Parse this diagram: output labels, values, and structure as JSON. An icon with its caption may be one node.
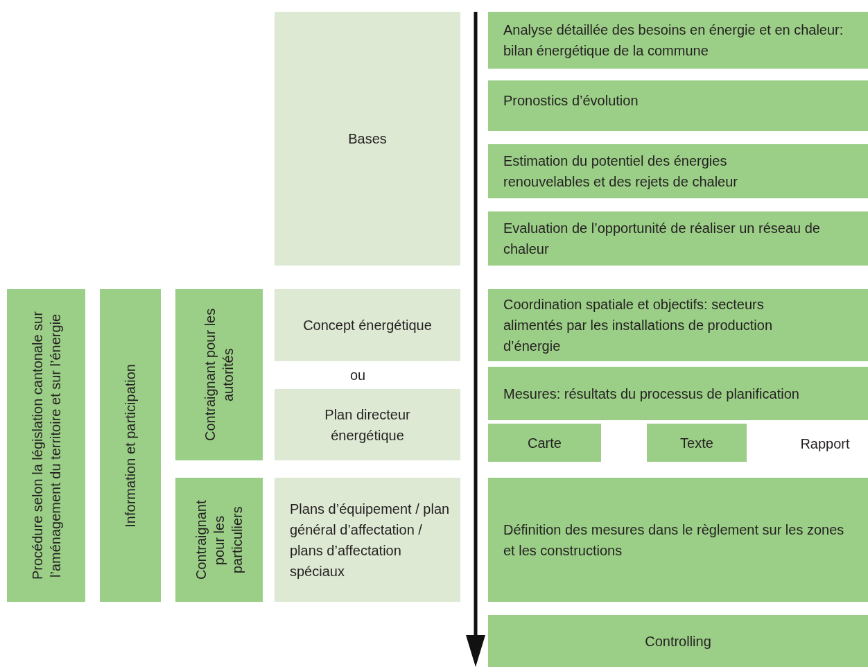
{
  "diagram": {
    "nodes": [
      {
        "text": [
          "Bases"
        ]
      },
      {
        "text": [
          "Analyse détaillée des besoins en énergie et en chaleur: bilan énergétique de la commune"
        ]
      },
      {
        "text": [
          "Pronostics d’évolution"
        ]
      },
      {
        "text": [
          "Estimation du potentiel des énergies renouvelables et des rejets de chaleur"
        ]
      },
      {
        "text": [
          "Evaluation de l’opportunité de réaliser un réseau de chaleur"
        ]
      },
      {
        "text": [
          "Procédure selon la législation cantonale sur l’aménagement du territoire et sur l’énergie"
        ]
      },
      {
        "text": [
          "Information et participation"
        ]
      },
      {
        "text": [
          "Contraignant pour les autorités"
        ]
      },
      {
        "text": [
          "Concept énergétique"
        ]
      },
      {
        "text": [
          "Coordination spatiale et objectifs: secteurs alimentés par les installations de production d’énergie"
        ]
      },
      {
        "text": [
          "Plan directeur énergétique"
        ]
      },
      {
        "text": [
          "Mesures: résultats du processus de planification"
        ]
      },
      {
        "text": [
          "Carte"
        ]
      },
      {
        "text": [
          "Texte"
        ]
      },
      {
        "text": [
          "Contraignant pour les particuliers"
        ]
      },
      {
        "text": [
          "Plans d’équipement / plan général d’affectation / plans d’affectation spéciaux"
        ]
      },
      {
        "text": [
          "Définition des mesures dans le règlement sur les zones et les constructions"
        ]
      },
      {
        "text": [
          "Controlling"
        ]
      }
    ],
    "labels": [
      "ou",
      "Rapport"
    ]
  }
}
